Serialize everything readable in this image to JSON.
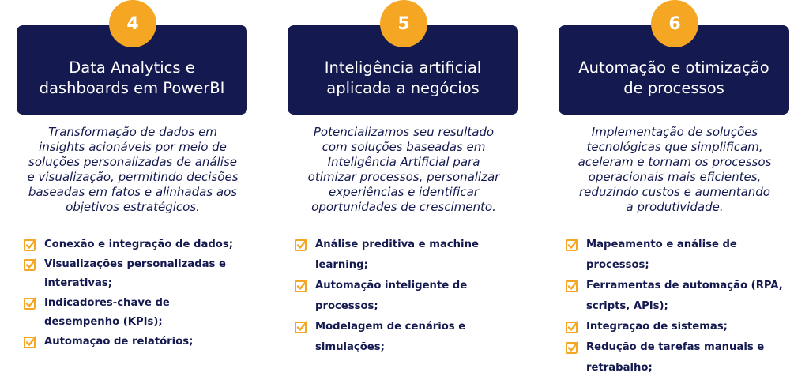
{
  "accent_color": "#f5a623",
  "card_color": "#14194f",
  "check_icon": "checkbox-checked-icon",
  "columns": [
    {
      "number": "4",
      "title": "Data  Analytics e\ndashboards em PowerBI",
      "description": "Transformação de dados em\ninsights acionáveis por meio de\nsoluções personalizadas de análise\ne visualização, permitindo decisões\nbaseadas em fatos e alinhadas aos\nobjetivos estratégicos.",
      "items": [
        "Conexão e integração de dados;",
        "Visualizações personalizadas e\ninterativas;",
        "Indicadores-chave de\ndesempenho (KPIs);",
        "Automação de relatórios;"
      ]
    },
    {
      "number": "5",
      "title": "Inteligência artificial\naplicada a negócios",
      "description": "Potencializamos seu resultado\ncom soluções baseadas em\nInteligência Artificial para\notimizar processos, personalizar\nexperiências e identificar\noportunidades de crescimento.",
      "items": [
        "Análise preditiva e machine\nlearning;",
        "Automação inteligente de\nprocessos;",
        "Modelagem de cenários e\nsimulações;"
      ]
    },
    {
      "number": "6",
      "title": "Automação e otimização\nde processos",
      "description": "Implementação de soluções\ntecnológicas que simplificam,\naceleram e tornam os processos\noperacionais mais eficientes,\nreduzindo custos e aumentando\na produtividade.",
      "items": [
        "Mapeamento e análise de\nprocessos;",
        "Ferramentas de automação (RPA,\nscripts, APIs);",
        "Integração de sistemas;",
        "Redução de tarefas manuais e\nretrabalho;"
      ]
    }
  ]
}
